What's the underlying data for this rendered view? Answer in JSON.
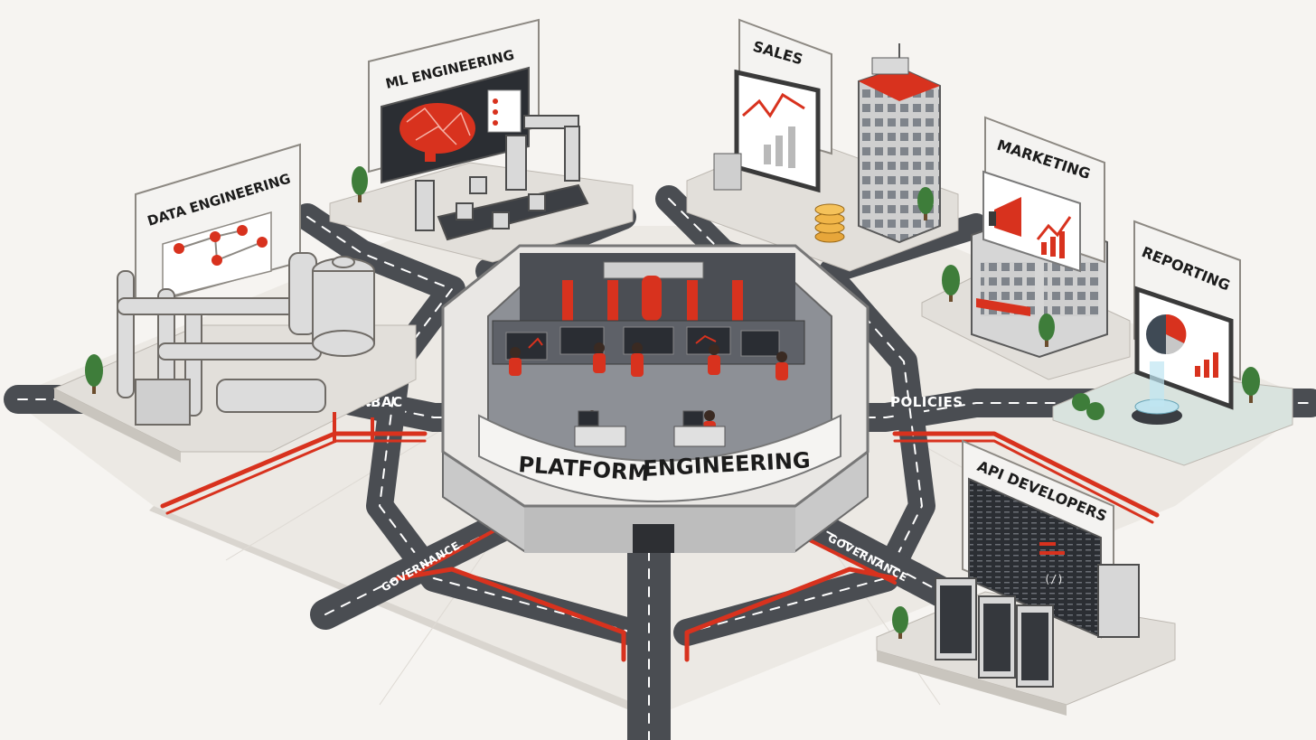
{
  "hub": {
    "title_part1": "PLATFORM",
    "title_part2": "ENGINEERING"
  },
  "teams": [
    {
      "id": "ml",
      "label": "ML ENGINEERING"
    },
    {
      "id": "data",
      "label": "DATA ENGINEERING"
    },
    {
      "id": "sales",
      "label": "SALES"
    },
    {
      "id": "marketing",
      "label": "MARKETING"
    },
    {
      "id": "reporting",
      "label": "REPORTING"
    },
    {
      "id": "api",
      "label": "API DEVELOPERS"
    }
  ],
  "roads": {
    "rbac": "RBAC",
    "policies": "POLICIES",
    "governance_left": "GOVERNANCE",
    "governance_right": "GOVERNANCE"
  },
  "colors": {
    "accent": "#d8321e",
    "road": "#4a4d52",
    "background": "#f6f4f1"
  }
}
